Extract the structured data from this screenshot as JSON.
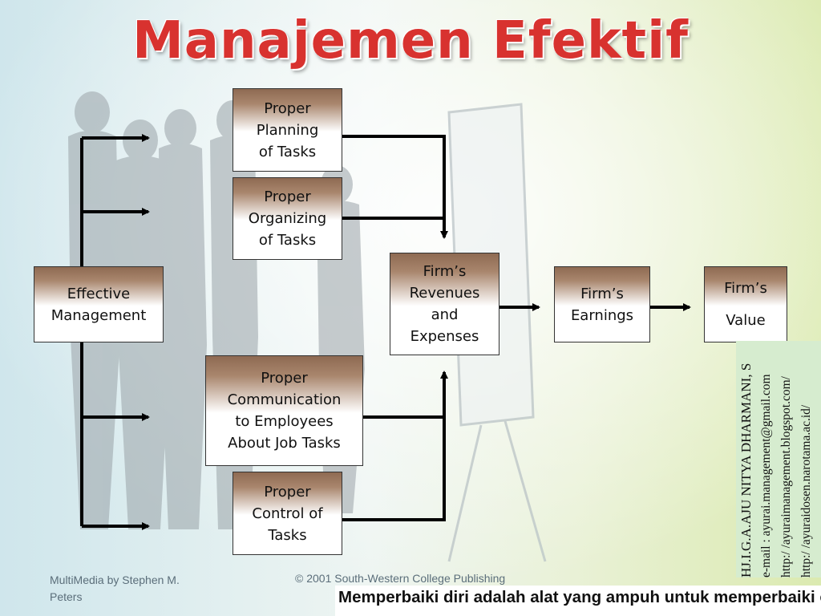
{
  "title": "Manajemen Efektif",
  "boxes": {
    "effective_management": "Effective\nManagement",
    "planning": "Proper\nPlanning\nof Tasks",
    "organizing": "Proper\nOrganizing\nof Tasks",
    "communication": "Proper\nCommunication\nto Employees\nAbout Job Tasks",
    "control": "Proper\nControl  of\nTasks",
    "revenues": "Firm’s\nRevenues\nand\nExpenses",
    "earnings": "Firm’s\nEarnings",
    "value": "Firm’s\n\nValue"
  },
  "side_text": {
    "name": "HJ.I.G.A.AJU NITYA DHARMANI, S",
    "email": "e-mail : ayurai.management@gmail.com",
    "blog": "http:/ /ayuraimanagement.blogspot.com/",
    "site": "http:/ /ayuraidosen.narotama.ac.id/"
  },
  "footer": {
    "left_line1": "MultiMedia by Stephen M.",
    "left_line2": "Peters",
    "center": "© 2001 South-Western College Publishing"
  },
  "banner": "Memperbaiki diri adalah alat yang ampuh untuk memperbaiki orang lain.",
  "colors": {
    "title": "#d8322f",
    "box_top": "#8e6a52",
    "arrow": "#000000"
  }
}
